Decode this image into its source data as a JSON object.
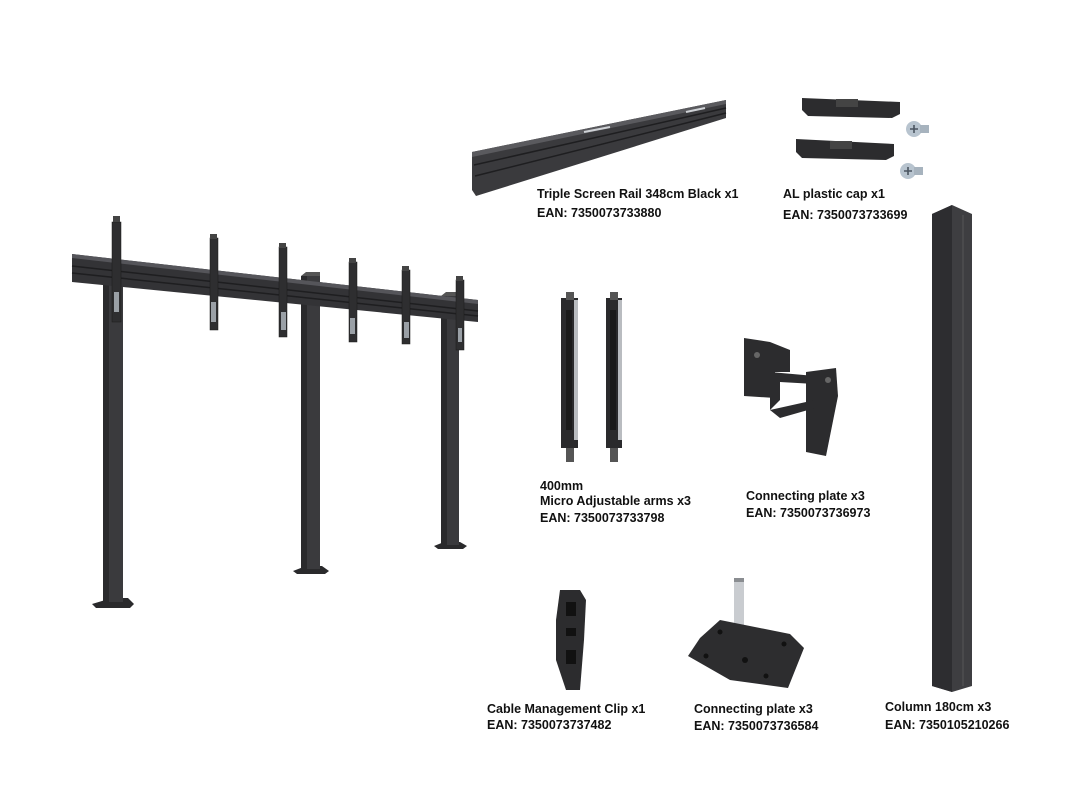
{
  "parts": {
    "rail": {
      "name": "Triple Screen Rail 348cm Black x1",
      "ean": "EAN: 7350073733880"
    },
    "cap": {
      "name": "AL plastic cap x1",
      "ean": "EAN: 7350073733699"
    },
    "arms": {
      "size": "400mm",
      "name": "Micro Adjustable arms x3",
      "ean": "EAN: 7350073733798"
    },
    "plate_bracket": {
      "name": "Connecting plate x3",
      "ean": "EAN: 7350073736973"
    },
    "clip": {
      "name": "Cable Management Clip x1",
      "ean": "EAN: 7350073737482"
    },
    "plate_base": {
      "name": "Connecting plate x3",
      "ean": "EAN: 7350073736584"
    },
    "column": {
      "name": "Column 180cm x3",
      "ean": "EAN: 7350105210266"
    }
  },
  "colors": {
    "metal_dark": "#2b2b2d",
    "metal_mid": "#4a4a4d",
    "metal_light": "#6b6b6e",
    "silver": "#c9ccd0"
  }
}
